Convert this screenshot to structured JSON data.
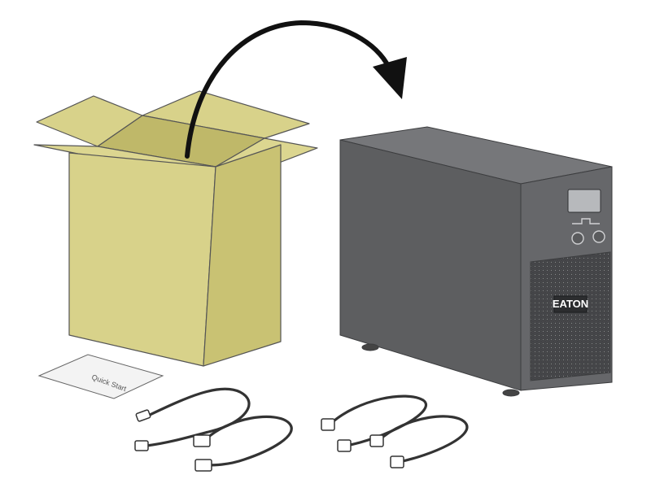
{
  "illustration": {
    "ups": {
      "brand_logo": "EATON",
      "body_color": "#5d5e60",
      "front_color": "#66676a",
      "top_color": "#76777a"
    },
    "box": {
      "color": "#d8d28a",
      "side_color": "#c9c273",
      "inner_color": "#bfb869"
    },
    "quick_start_guide": {
      "label": "Quick Start"
    },
    "arrow": {
      "meaning": "move-unit-from-box"
    },
    "cables": {
      "usb": 1,
      "serial": 1,
      "iec_jumpers": 2
    }
  }
}
